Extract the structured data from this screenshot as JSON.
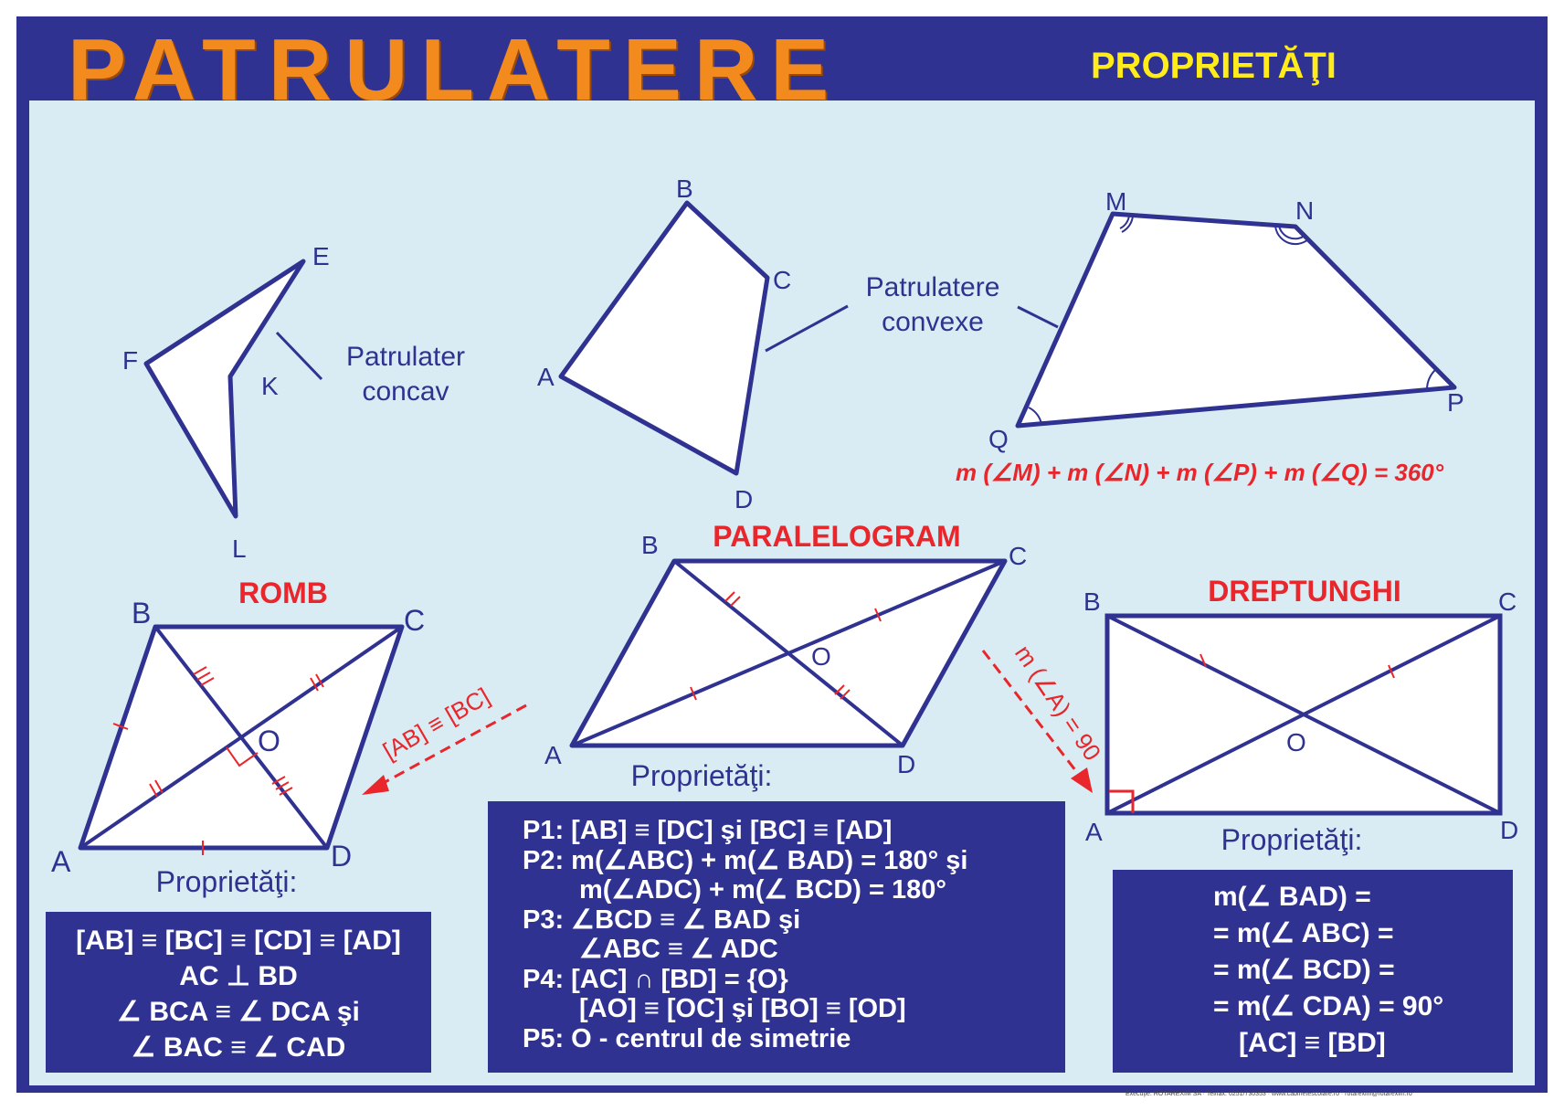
{
  "header": {
    "title": "PATRULATERE",
    "subtitle": "PROPRIETĂŢI"
  },
  "colors": {
    "navy": "#2f3291",
    "background": "#d9ecf3",
    "title_orange": "#f28a1e",
    "subtitle_yellow": "#ffec1a",
    "red": "#e8262b"
  },
  "concave": {
    "vertices": {
      "E": "E",
      "F": "F",
      "K": "K",
      "L": "L"
    },
    "caption_line1": "Patrulater",
    "caption_line2": "concav"
  },
  "convex": {
    "abcd": {
      "A": "A",
      "B": "B",
      "C": "C",
      "D": "D"
    },
    "mnpq": {
      "M": "M",
      "N": "N",
      "P": "P",
      "Q": "Q"
    },
    "caption_line1": "Patrulatere",
    "caption_line2": "convexe",
    "angle_sum": "m (∠M) + m (∠N) + m (∠P) + m (∠Q) = 360°"
  },
  "romb": {
    "title": "ROMB",
    "vertices": {
      "A": "A",
      "B": "B",
      "C": "C",
      "D": "D",
      "O": "O"
    },
    "properties_label": "Proprietăţi:",
    "properties": [
      "[AB] ≡ [BC] ≡ [CD] ≡ [AD]",
      "AC ⊥ BD",
      "∠ BCA ≡ ∠ DCA şi",
      "∠ BAC ≡ ∠ CAD"
    ],
    "arrow_label": "[AB] ≡ [BC]"
  },
  "paralelogram": {
    "title": "PARALELOGRAM",
    "vertices": {
      "A": "A",
      "B": "B",
      "C": "C",
      "D": "D",
      "O": "O"
    },
    "properties_label": "Proprietăţi:",
    "properties": [
      "P1: [AB] ≡ [DC] şi [BC] ≡ [AD]",
      "P2: m(∠ABC) + m(∠ BAD) = 180° şi",
      "m(∠ADC) + m(∠ BCD) = 180°",
      "P3: ∠BCD ≡  ∠ BAD şi",
      "∠ABC ≡  ∠ ADC",
      "P4: [AC] ∩ [BD] = {O}",
      "[AO] ≡ [OC] şi [BO] ≡ [OD]",
      "P5: O - centrul de simetrie"
    ],
    "arrow_label": "m (∠A) = 90"
  },
  "dreptunghi": {
    "title": "DREPTUNGHI",
    "vertices": {
      "A": "A",
      "B": "B",
      "C": "C",
      "D": "D",
      "O": "O"
    },
    "properties_label": "Proprietăţi:",
    "properties": [
      "m(∠ BAD) =",
      "= m(∠ ABC) =",
      "= m(∠ BCD) =",
      "= m(∠ CDA) = 90°",
      "[AC] ≡ [BD]"
    ]
  },
  "footer": "Execuţie: ROTAREXIM SA · Tel/fax: 0251/730353 · www.cabinetescolare.ro · rotarexim@rotarexim.ro"
}
